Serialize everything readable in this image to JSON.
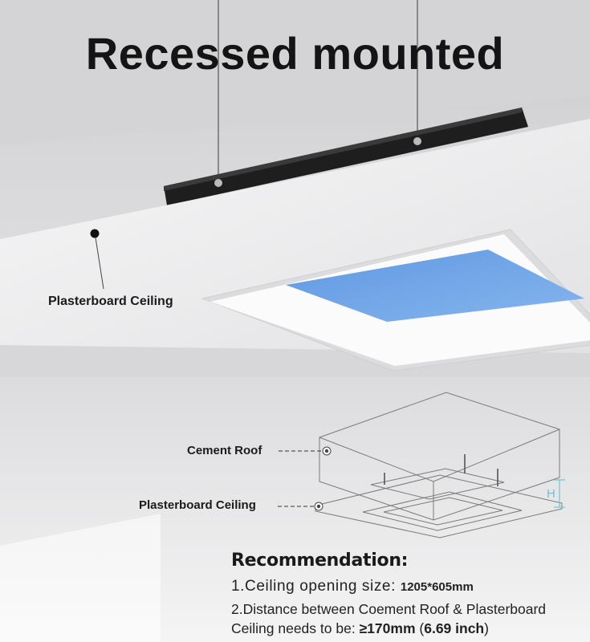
{
  "title": "Recessed mounted",
  "labels": {
    "top_ceiling": "Plasterboard Ceiling",
    "cement_roof": "Cement Roof",
    "diagram_ceiling": "Plasterboard Ceiling",
    "height_marker": "H"
  },
  "recommendation": {
    "heading": "Recommendation:",
    "line1_prefix": "1.Ceiling opening size:",
    "line1_value": "1205*605mm",
    "line2": "2.Distance between Coement Roof & Plasterboard",
    "line3_prefix": "Ceiling needs to be:",
    "line3_value": "≥170mm",
    "line3_open": "(",
    "line3_inch": "6.69 inch",
    "line3_close": ")"
  },
  "colors": {
    "panel_blue": "#6ea3e6",
    "fixture_black": "#1e1e1e",
    "height_marker": "#6fc2d6"
  },
  "icons": [
    "hanging-wire",
    "mounting-clip",
    "leader-dot"
  ]
}
